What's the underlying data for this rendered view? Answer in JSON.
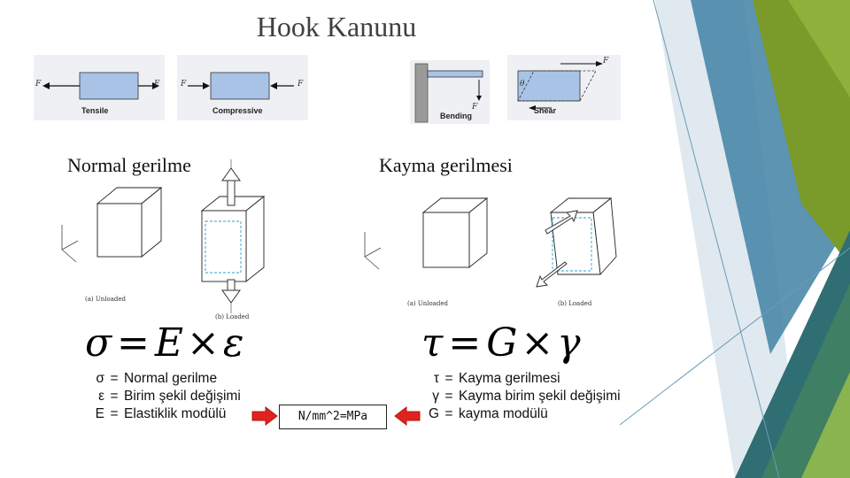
{
  "title": "Hook Kanunu",
  "figures": {
    "tensile": {
      "label": "Tensile",
      "force_left": "F",
      "force_right": "F"
    },
    "compressive": {
      "label": "Compressive",
      "force_left": "F",
      "force_right": "F"
    },
    "bending": {
      "label": "Bending",
      "force": "F"
    },
    "shear": {
      "label": "Shear",
      "force": "F",
      "angle": "θ"
    }
  },
  "normal": {
    "heading": "Normal gerilme",
    "caption_unloaded": "(a) Unloaded",
    "caption_loaded": "(b) Loaded",
    "formula": {
      "lhs": "σ",
      "op1": "=",
      "v1": "E",
      "op2": "×",
      "v2": "ε"
    },
    "legend": [
      {
        "sym": "σ",
        "eq": "=",
        "text": "Normal gerilme"
      },
      {
        "sym": "ε",
        "eq": "=",
        "text": "Birim şekil değişimi"
      },
      {
        "sym": "E",
        "eq": "=",
        "text": "Elastiklik modülü"
      }
    ]
  },
  "shear": {
    "heading": "Kayma gerilmesi",
    "caption_unloaded": "(a) Unloaded",
    "caption_loaded": "(b) Loaded",
    "formula": {
      "lhs": "τ",
      "op1": "=",
      "v1": "G",
      "op2": "×",
      "v2": "γ"
    },
    "legend": [
      {
        "sym": "τ",
        "eq": "=",
        "text": "Kayma gerilmesi"
      },
      {
        "sym": "γ",
        "eq": "=",
        "text": "Kayma birim şekil değişimi"
      },
      {
        "sym": "G",
        "eq": "=",
        "text": "kayma modülü"
      }
    ]
  },
  "units": "N/mm^2=MPa",
  "colors": {
    "arrow_red": "#e0231c",
    "deco_green": "#7a9a2a",
    "deco_blue": "#4a88a8",
    "deco_teal": "#2f6e73",
    "specimen_blue": "#a8c3e6"
  }
}
